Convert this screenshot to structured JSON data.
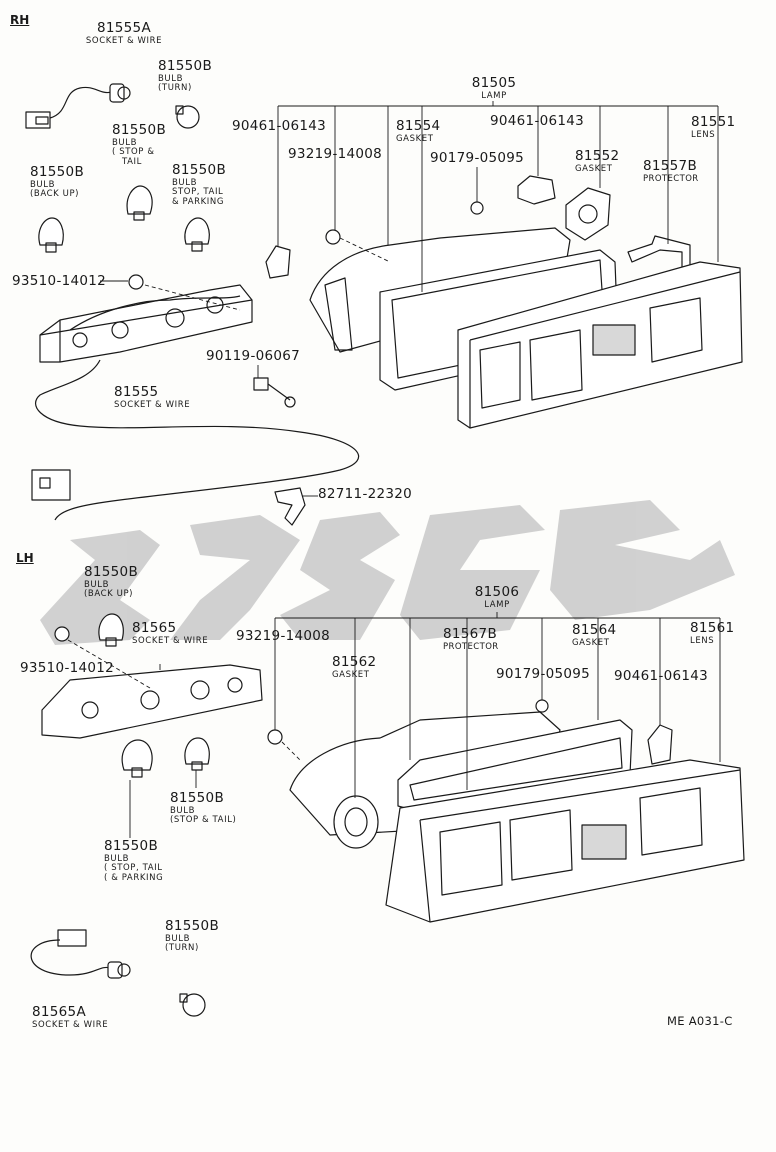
{
  "diagram": {
    "code": "ME A031-C",
    "sections": {
      "rh": "RH",
      "lh": "LH"
    },
    "rh": {
      "socket_wire_a": {
        "pn": "81555A",
        "desc": "SOCKET & WIRE"
      },
      "bulb_turn": {
        "pn": "81550B",
        "desc1": "BULB",
        "desc2": "(TURN)"
      },
      "bulb_stop_tail": {
        "pn": "81550B",
        "desc1": "BULB",
        "desc2": "( STOP &",
        "desc3": "TAIL"
      },
      "bulb_backup": {
        "pn": "81550B",
        "desc1": "BULB",
        "desc2": "(BACK UP)"
      },
      "bulb_stop_tail_parking": {
        "pn": "81550B",
        "desc1": "BULB",
        "desc2": "STOP, TAIL",
        "desc3": "& PARKING"
      },
      "screw_top_left": {
        "pn": "90461-06143"
      },
      "screw_s": {
        "pn": "93219-14008"
      },
      "lamp": {
        "pn": "81505",
        "desc": "LAMP"
      },
      "gasket_1": {
        "pn": "81554",
        "desc": "GASKET"
      },
      "screw_top_right": {
        "pn": "90461-06143"
      },
      "nut": {
        "pn": "90179-05095"
      },
      "gasket_2": {
        "pn": "81552",
        "desc": "GASKET"
      },
      "protector": {
        "pn": "81557B",
        "desc": "PROTECTOR"
      },
      "lens": {
        "pn": "81551",
        "desc": "LENS"
      },
      "screw_socket": {
        "pn": "93510-14012"
      },
      "bolt": {
        "pn": "90119-06067"
      },
      "socket_wire": {
        "pn": "81555",
        "desc": "SOCKET & WIRE"
      },
      "clamp": {
        "pn": "82711-22320"
      }
    },
    "lh": {
      "bulb_backup": {
        "pn": "81550B",
        "desc1": "BULB",
        "desc2": "(BACK UP)"
      },
      "socket_wire": {
        "pn": "81565",
        "desc": "SOCKET & WIRE"
      },
      "screw_socket": {
        "pn": "93510-14012"
      },
      "screw_s": {
        "pn": "93219-14008"
      },
      "lamp": {
        "pn": "81506",
        "desc": "LAMP"
      },
      "gasket_1": {
        "pn": "81562",
        "desc": "GASKET"
      },
      "protector": {
        "pn": "81567B",
        "desc": "PROTECTOR"
      },
      "gasket_2": {
        "pn": "81564",
        "desc": "GASKET"
      },
      "lens": {
        "pn": "81561",
        "desc": "LENS"
      },
      "nut": {
        "pn": "90179-05095"
      },
      "screw_right": {
        "pn": "90461-06143"
      },
      "bulb_stop_tail": {
        "pn": "81550B",
        "desc1": "BULB",
        "desc2": "(STOP & TAIL)"
      },
      "bulb_stop_tail_parking": {
        "pn": "81550B",
        "desc1": "BULB",
        "desc2": "( STOP, TAIL",
        "desc3": "( & PARKING"
      },
      "bulb_turn": {
        "pn": "81550B",
        "desc1": "BULB",
        "desc2": "(TURN)"
      },
      "socket_wire_a": {
        "pn": "81565A",
        "desc": "SOCKET & WIRE"
      }
    }
  }
}
